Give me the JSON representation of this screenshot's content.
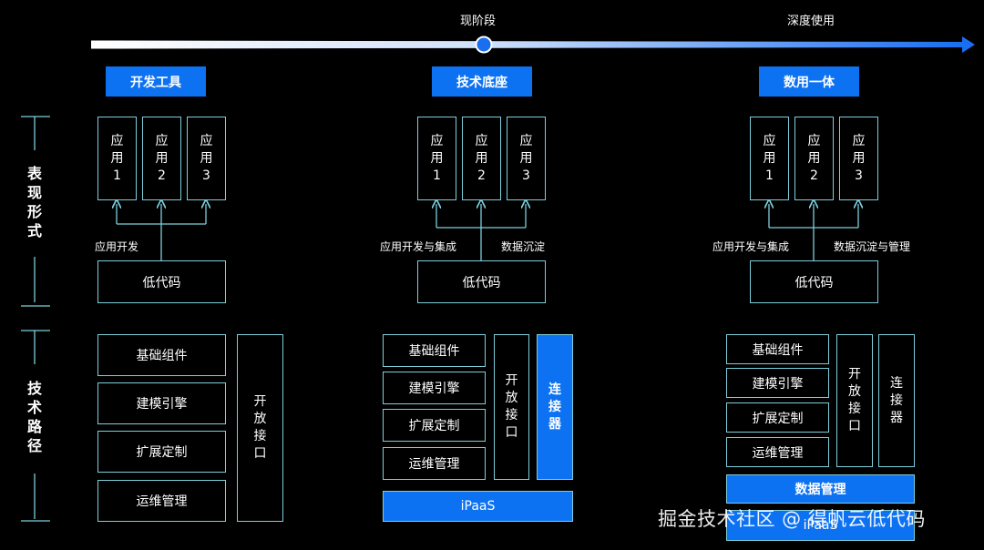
{
  "timeline": {
    "current_stage": "现阶段",
    "future_stage": "深度使用"
  },
  "side_labels": {
    "presentation": "表现形式",
    "tech_path": "技术路径"
  },
  "columns": [
    {
      "title": "开发工具",
      "apps": [
        "应用1",
        "应用2",
        "应用3"
      ],
      "arrow_labels": [
        "应用开发"
      ],
      "lowcode": "低代码",
      "modules": [
        "基础组件",
        "建模引擎",
        "扩展定制",
        "运维管理"
      ],
      "open_api": "开放接口"
    },
    {
      "title": "技术底座",
      "apps": [
        "应用1",
        "应用2",
        "应用3"
      ],
      "arrow_labels": [
        "应用开发与集成",
        "数据沉淀"
      ],
      "lowcode": "低代码",
      "modules": [
        "基础组件",
        "建模引擎",
        "扩展定制",
        "运维管理"
      ],
      "open_api": "开放接口",
      "connector": "连接器",
      "ipaas": "iPaaS"
    },
    {
      "title": "数用一体",
      "apps": [
        "应用1",
        "应用2",
        "应用3"
      ],
      "arrow_labels": [
        "应用开发与集成",
        "数据沉淀与管理"
      ],
      "lowcode": "低代码",
      "modules": [
        "基础组件",
        "建模引擎",
        "扩展定制",
        "运维管理"
      ],
      "open_api": "开放接口",
      "connector": "连接器",
      "data_mgmt": "数据管理",
      "ipaas": "iPaaS"
    }
  ],
  "watermark": "掘金技术社区 @ 得帆云低代码",
  "colors": {
    "background": "#000000",
    "accent_blue": "#0d72f2",
    "border": "#7ecfdc",
    "timeline_end": "#1a6ef0"
  }
}
